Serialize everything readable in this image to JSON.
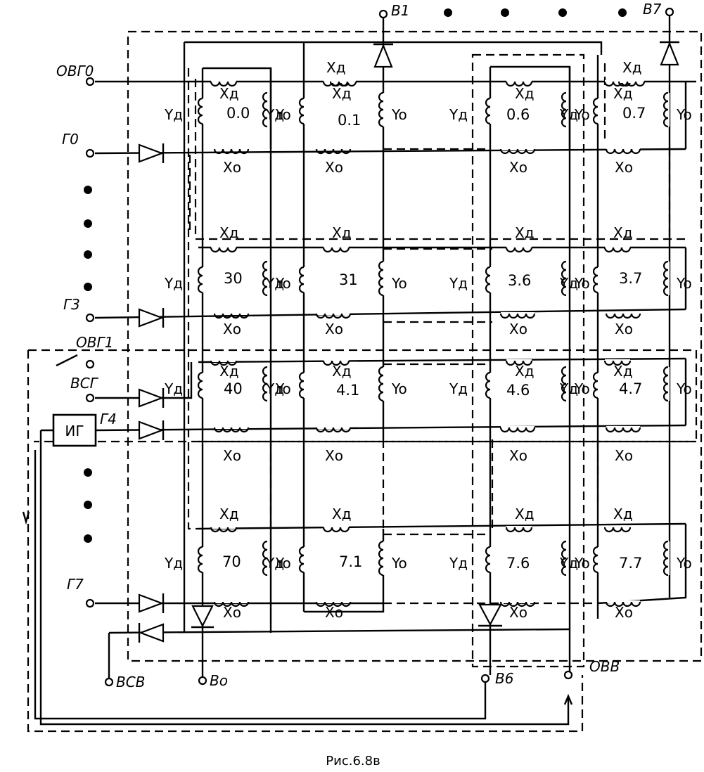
{
  "figure": {
    "caption": "Рис.6.8в"
  },
  "coil_labels": {
    "xd": "Xд",
    "xo": "Xo",
    "yd": "Yд",
    "yo": "Yo"
  },
  "row_terminals": [
    {
      "id": "ovg0",
      "label": "ОВГ0"
    },
    {
      "id": "g0",
      "label": "Г0"
    },
    {
      "id": "g3",
      "label": "Г3"
    },
    {
      "id": "ovg1",
      "label": "ОВГ1"
    },
    {
      "id": "vsg",
      "label": "ВСГ"
    },
    {
      "id": "g4",
      "label": "Г4"
    },
    {
      "id": "g7",
      "label": "Г7"
    }
  ],
  "generator": {
    "label": "ИГ"
  },
  "column_terminals": [
    {
      "id": "b1",
      "label": "B1"
    },
    {
      "id": "b7",
      "label": "B7"
    },
    {
      "id": "vsv",
      "label": "ВСВ"
    },
    {
      "id": "b0",
      "label": "Bo"
    },
    {
      "id": "b6",
      "label": "B6"
    },
    {
      "id": "ovv",
      "label": "ОВВ"
    }
  ],
  "cells": [
    {
      "label": "0.0"
    },
    {
      "label": "0.1"
    },
    {
      "label": "0.6"
    },
    {
      "label": "0.7"
    },
    {
      "label": "30"
    },
    {
      "label": "31"
    },
    {
      "label": "3.6"
    },
    {
      "label": "3.7"
    },
    {
      "label": "40"
    },
    {
      "label": "4.1"
    },
    {
      "label": "4.6"
    },
    {
      "label": "4.7"
    },
    {
      "label": "70"
    },
    {
      "label": "7.1"
    },
    {
      "label": "7.6"
    },
    {
      "label": "7.7"
    }
  ]
}
